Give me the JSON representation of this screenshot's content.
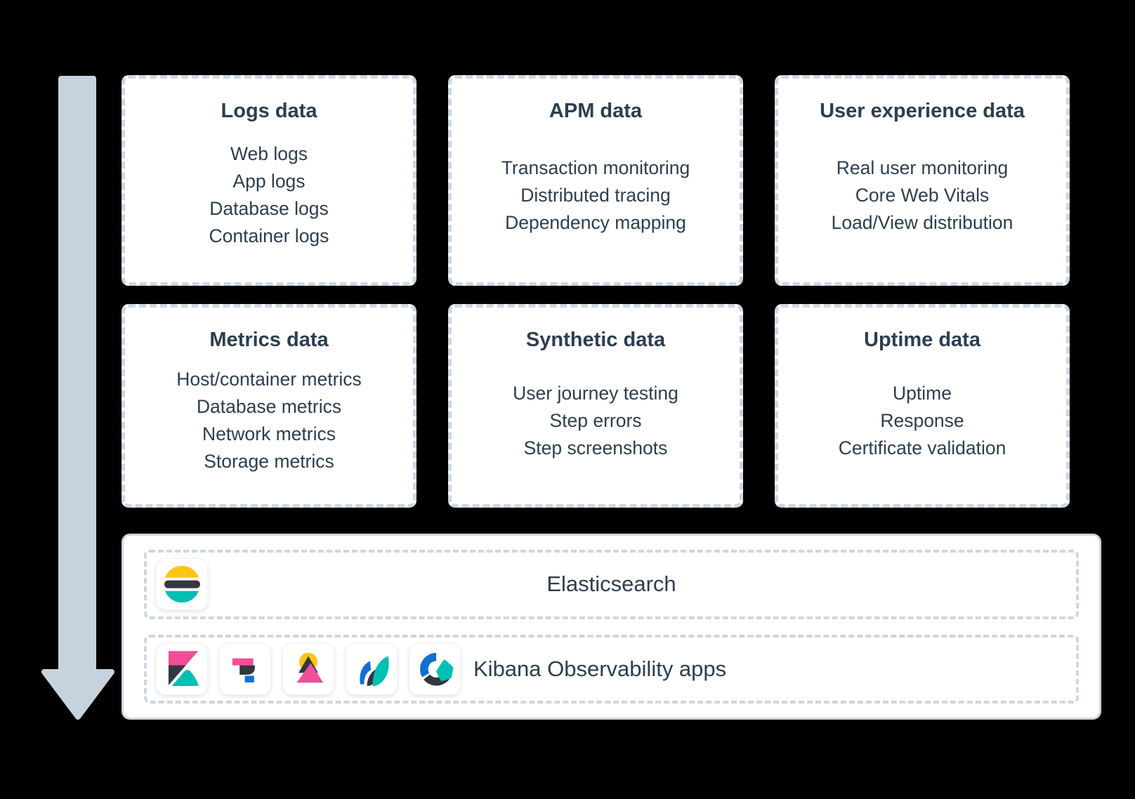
{
  "cards": [
    {
      "title": "Logs data",
      "items": [
        "Web logs",
        "App logs",
        "Database logs",
        "Container logs"
      ]
    },
    {
      "title": "APM data",
      "items": [
        "Transaction monitoring",
        "Distributed tracing",
        "Dependency mapping"
      ]
    },
    {
      "title": "User experience data",
      "items": [
        "Real user monitoring",
        "Core Web Vitals",
        "Load/View distribution"
      ]
    },
    {
      "title": "Metrics data",
      "items": [
        "Host/container metrics",
        "Database metrics",
        "Network metrics",
        "Storage metrics"
      ]
    },
    {
      "title": "Synthetic data",
      "items": [
        "User journey testing",
        "Step errors",
        "Step screenshots"
      ]
    },
    {
      "title": "Uptime data",
      "items": [
        "Uptime",
        "Response",
        "Certificate validation"
      ]
    }
  ],
  "platform": {
    "elasticsearch_label": "Elasticsearch",
    "kibana_label": "Kibana Observability apps",
    "elasticsearch_icon": "elasticsearch-icon",
    "kibana_app_icons": [
      "kibana-icon",
      "logs-app-icon",
      "uptime-app-icon",
      "apm-app-icon",
      "metrics-app-icon"
    ]
  },
  "palette": {
    "background": "#000000",
    "card_background": "#ffffff",
    "dashed_border": "#ccd7e2",
    "text": "#2c3e50",
    "arrow": "#c6d3de",
    "brand_pink": "#f04e98",
    "brand_yellow": "#fec514",
    "brand_teal": "#00bfb3",
    "brand_dark": "#343741",
    "brand_blue": "#1170cf"
  }
}
